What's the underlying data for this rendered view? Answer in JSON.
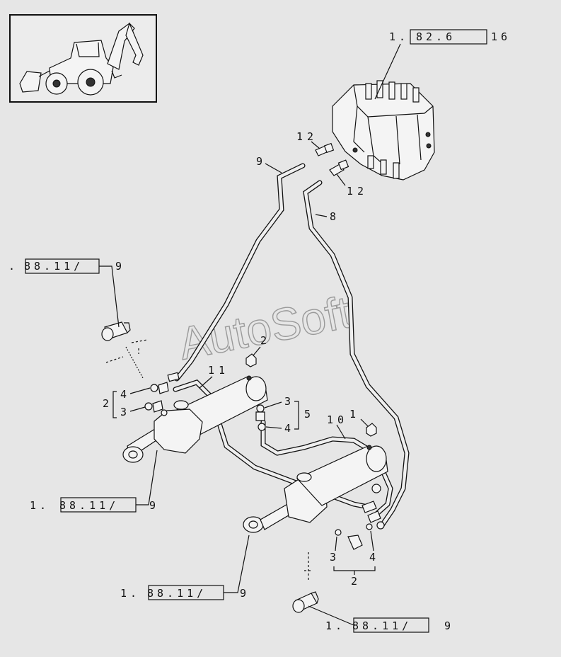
{
  "watermark": "AutoSoft",
  "refs": {
    "valve": {
      "prefix": "1.",
      "code": "82.6",
      "suffix": "16"
    },
    "left_top": {
      "prefix": ".",
      "code": "88.11/",
      "suffix": "9"
    },
    "cyl_left": {
      "prefix": "1.",
      "code": "88.11/",
      "suffix": "9"
    },
    "cyl_bottom": {
      "prefix": "1.",
      "code": "88.11/",
      "suffix": "9"
    },
    "bottom": {
      "prefix": "1.",
      "code": "88.11/",
      "suffix": "9"
    }
  },
  "callouts": {
    "fitting_upper": "12",
    "fitting_lower": "12",
    "pipe_left": "9",
    "pipe_right": "8",
    "plug_top": "2",
    "plug_right": "1",
    "pipe_11": "11",
    "pipe_10": "10",
    "group_left_2": "2",
    "group_left_4": "4",
    "group_left_3": "3",
    "group_mid_3": "3",
    "group_mid_5": "5",
    "group_mid_4": "4",
    "group_bot_3": "3",
    "group_bot_4": "4",
    "group_bot_2": "2"
  },
  "icons": {
    "thumbnail": "backhoe-loader-icon",
    "valve": "control-valve-icon",
    "cylinder": "hydraulic-cylinder-icon"
  }
}
